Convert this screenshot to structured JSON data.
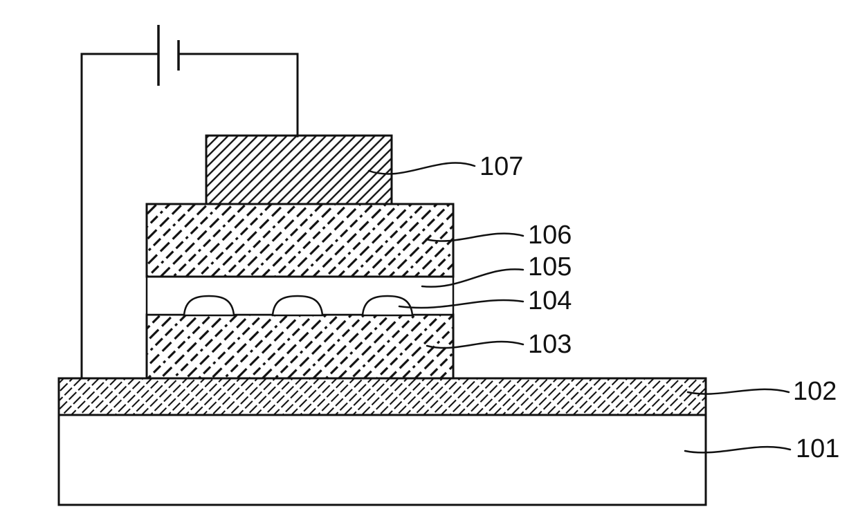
{
  "figure": {
    "description": "Patent-style cross-section diagram of a layered device with battery circuit",
    "background_color": "#ffffff",
    "line_color": "#111111",
    "labels": {
      "l101": "101",
      "l102": "102",
      "l103": "103",
      "l104": "104",
      "l105": "105",
      "l106": "106",
      "l107": "107"
    }
  }
}
